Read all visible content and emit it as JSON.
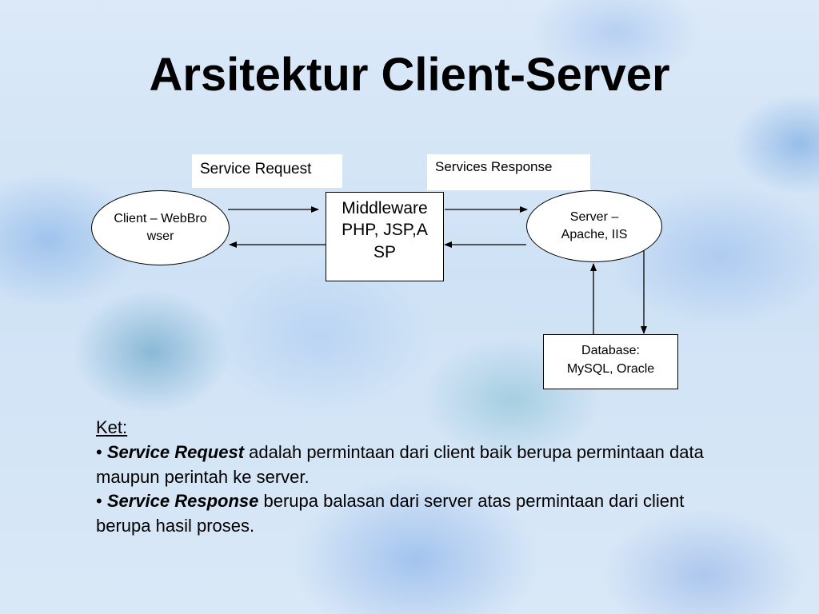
{
  "slide": {
    "title": "Arsitektur Client-Server"
  },
  "diagram": {
    "labels": {
      "service_request": "Service Request",
      "services_response": "Services Response"
    },
    "nodes": {
      "client": "Client – WebBrowser",
      "middleware": "Middleware PHP, JSP,ASP",
      "server": "Server – Apache, IIS",
      "database": "Database: MySQL, Oracle"
    }
  },
  "notes": {
    "heading": "Ket:",
    "items": [
      {
        "bullet": "•",
        "term": "Service Request",
        "text": " adalah permintaan dari client baik berupa permintaan data  maupun perintah ke server."
      },
      {
        "bullet": "•",
        "term": "Service Response",
        "text": " berupa balasan dari server atas permintaan dari client berupa hasil proses."
      }
    ]
  }
}
